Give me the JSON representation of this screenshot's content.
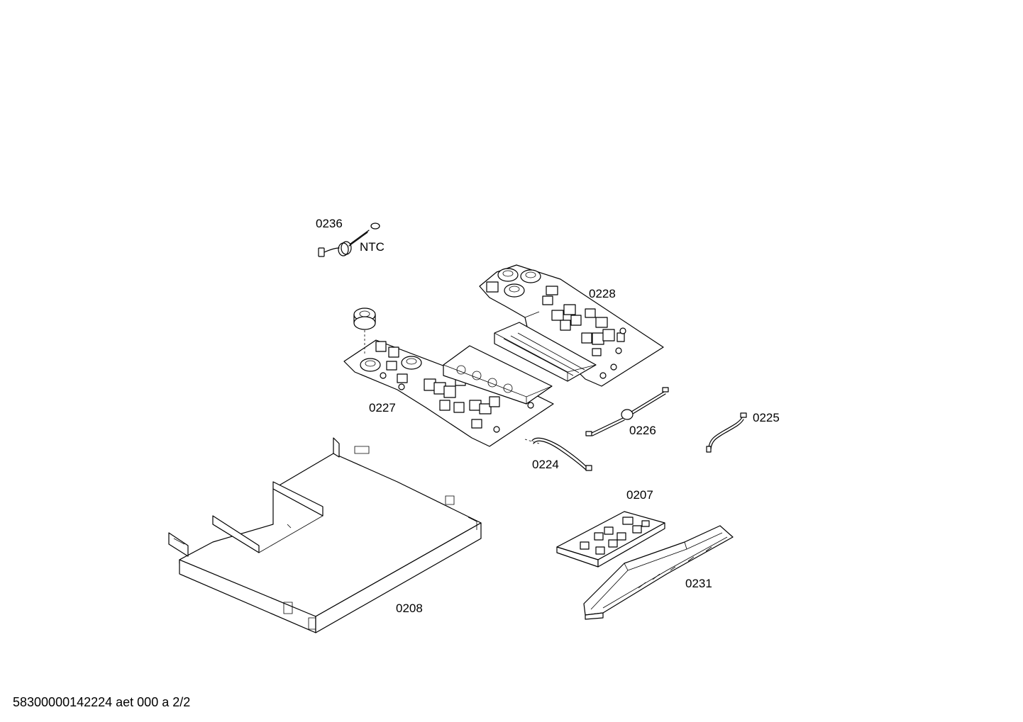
{
  "parts": {
    "p0236": "0236",
    "ntc": "NTC",
    "p0228": "0228",
    "p0227": "0227",
    "p0226": "0226",
    "p0225": "0225",
    "p0224": "0224",
    "p0207": "0207",
    "p0231": "0231",
    "p0208": "0208"
  },
  "footer": {
    "code": "58300000142224 aet 000 a 2/2"
  }
}
